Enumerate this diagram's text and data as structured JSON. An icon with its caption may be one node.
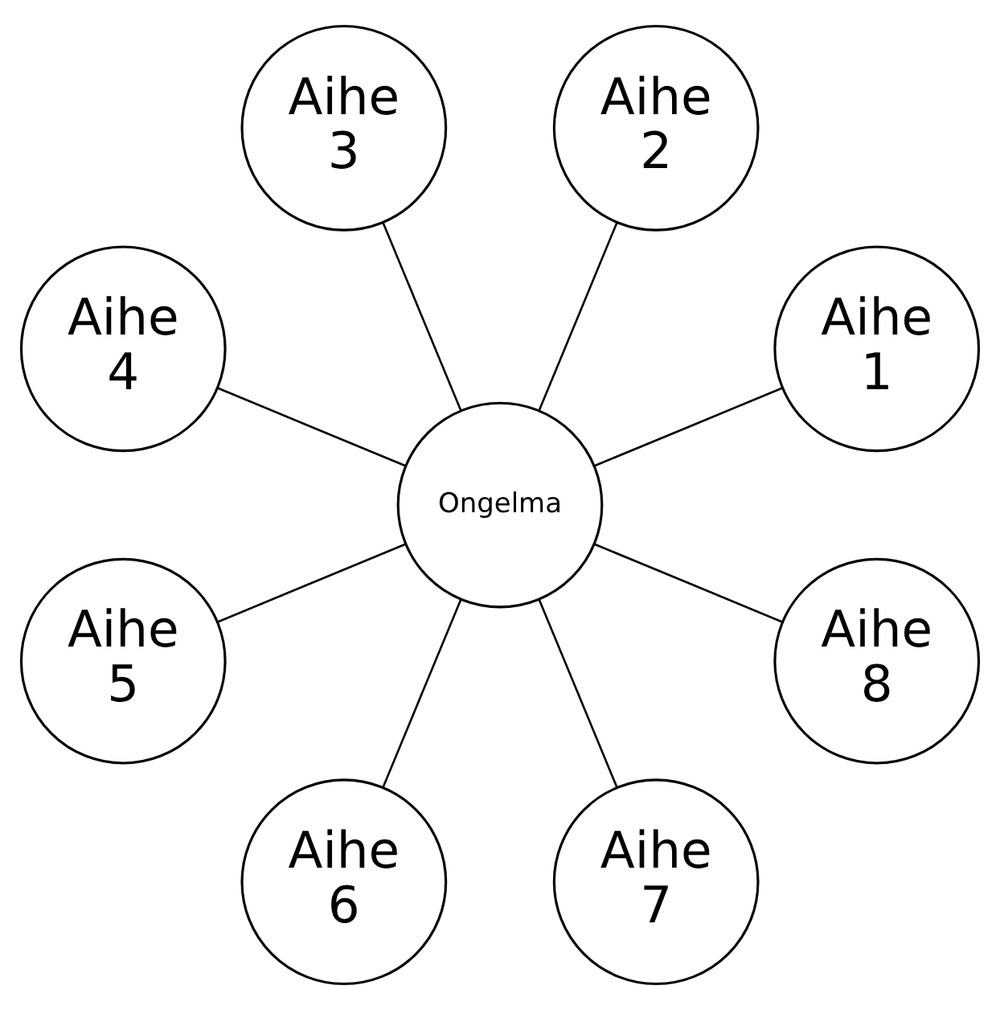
{
  "diagram": {
    "nodes": [
      {
        "text": [
          "Ongelma"
        ]
      },
      {
        "text": [
          "Aihe 1"
        ]
      },
      {
        "text": [
          "Aihe 2"
        ]
      },
      {
        "text": [
          "Aihe 3"
        ]
      },
      {
        "text": [
          "Aihe 4"
        ]
      },
      {
        "text": [
          "Aihe 5"
        ]
      },
      {
        "text": [
          "Aihe 6"
        ]
      },
      {
        "text": [
          "Aihe 7"
        ]
      },
      {
        "text": [
          "Aihe 8"
        ]
      }
    ],
    "edges": [
      {
        "from": 0,
        "to": 1,
        "arrow": "none"
      },
      {
        "from": 0,
        "to": 2,
        "arrow": "none"
      },
      {
        "from": 0,
        "to": 3,
        "arrow": "none"
      },
      {
        "from": 0,
        "to": 4,
        "arrow": "none"
      },
      {
        "from": 0,
        "to": 5,
        "arrow": "none"
      },
      {
        "from": 0,
        "to": 6,
        "arrow": "none"
      },
      {
        "from": 0,
        "to": 7,
        "arrow": "none"
      },
      {
        "from": 0,
        "to": 8,
        "arrow": "none"
      }
    ]
  }
}
